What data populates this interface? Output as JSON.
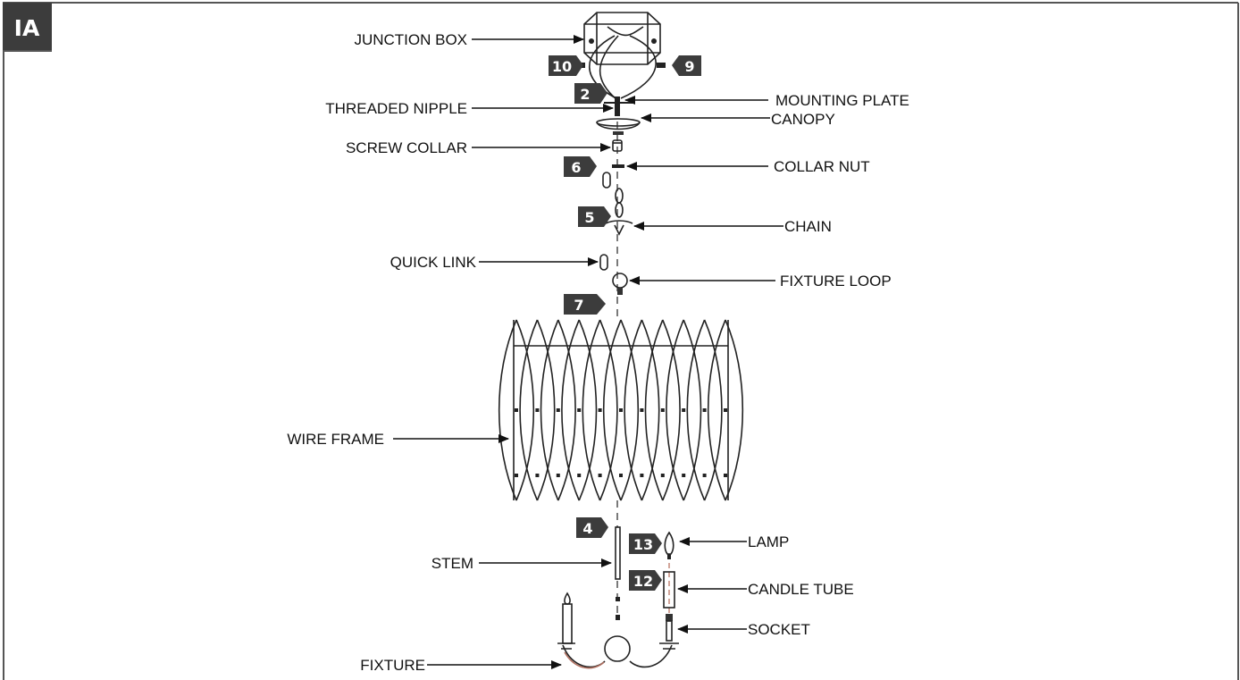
{
  "figure_id": "IA",
  "labels": {
    "junction_box": "JUNCTION BOX",
    "mounting_plate": "MOUNTING PLATE",
    "threaded_nipple": "THREADED NIPPLE",
    "canopy": "CANOPY",
    "screw_collar": "SCREW COLLAR",
    "collar_nut": "COLLAR NUT",
    "chain": "CHAIN",
    "quick_link": "QUICK LINK",
    "fixture_loop": "FIXTURE LOOP",
    "wire_frame": "WIRE FRAME",
    "stem": "STEM",
    "lamp": "LAMP",
    "candle_tube": "CANDLE TUBE",
    "socket": "SOCKET",
    "fixture": "FIXTURE"
  },
  "step_badges": {
    "b10": "10",
    "b9": "9",
    "b2": "2",
    "b6": "6",
    "b5": "5",
    "b7": "7",
    "b4": "4",
    "b13": "13",
    "b12": "12"
  },
  "colors": {
    "badge_fill": "#3c3c3c",
    "line": "#111111",
    "accent_wire": "#b07060"
  }
}
